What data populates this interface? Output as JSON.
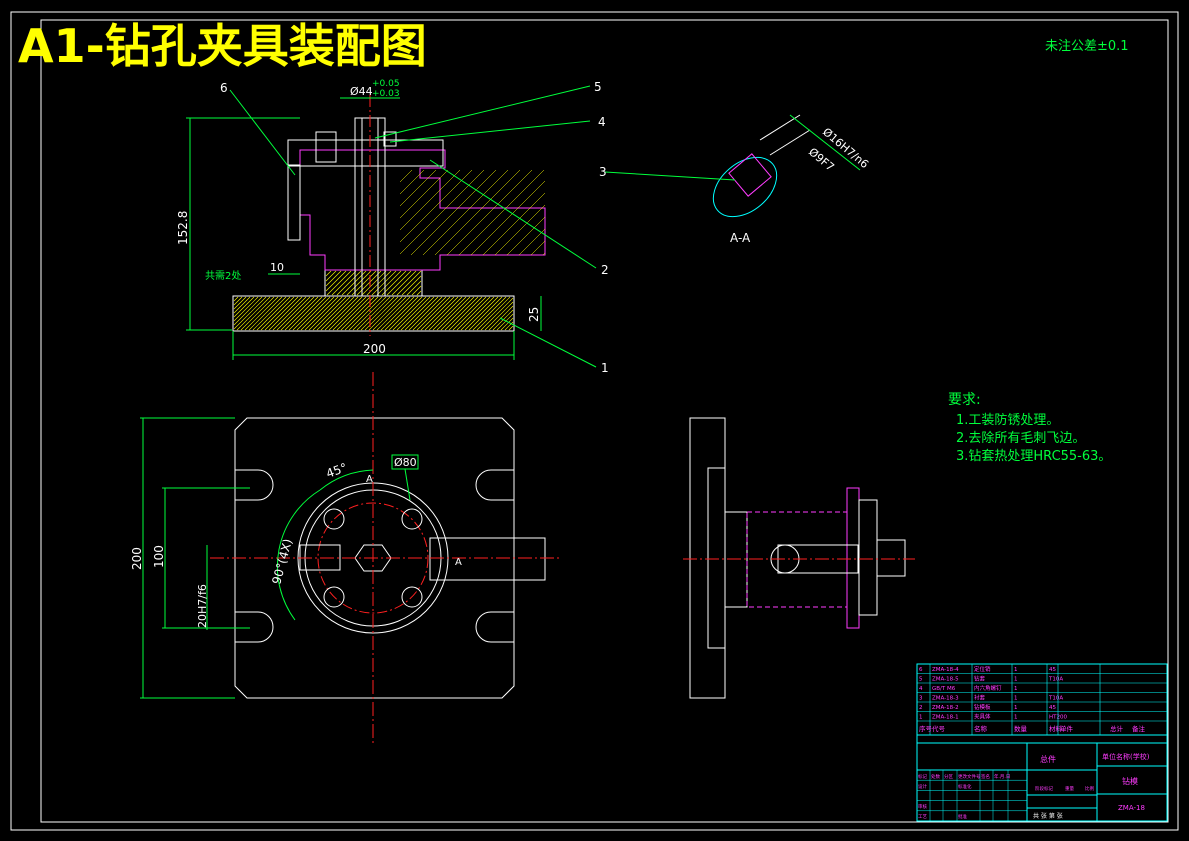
{
  "title": "A1-钻孔夹具装配图",
  "tolerance_note": "未注公差±0.1",
  "dimensions": {
    "bore_dia": "Ø44",
    "bore_tol_upper": "+0.05",
    "bore_tol_lower": "+0.03",
    "height": "152.8",
    "offset": "10",
    "note_2places": "共需2处",
    "base_width": "200",
    "base_height": "25",
    "section_fit1": "Ø16H7/n6",
    "section_fit2": "Ø9F7",
    "section_label": "A-A",
    "angle_45": "45°",
    "circle_dia": "Ø80",
    "angle_90": "90°(4X)",
    "plan_200": "200",
    "plan_100": "100",
    "fit_20": "20H7/f6",
    "cut_a": "A"
  },
  "balloons": [
    "1",
    "2",
    "3",
    "4",
    "5",
    "6"
  ],
  "requirements": {
    "heading": "要求:",
    "items": [
      "1.工装防锈处理。",
      "2.去除所有毛刺飞边。",
      "3.钻套热处理HRC55-63。"
    ]
  },
  "colors": {
    "border": "#ffffff",
    "dims": "#00ff3c",
    "title": "#ffff00",
    "parts": "#ff3cff",
    "hatch": "#ffff00",
    "center": "#ff2020",
    "table": "#00ffff"
  },
  "title_block": {
    "parts_rows": [
      [
        "6",
        "ZMA-18-4",
        "定位销",
        "1",
        "45",
        ""
      ],
      [
        "5",
        "ZMA-18-5",
        "钻套",
        "1",
        "T10A",
        ""
      ],
      [
        "4",
        "GB/T M6",
        "内六角螺钉",
        "1",
        "",
        ""
      ],
      [
        "3",
        "ZMA-18-3",
        "衬套",
        "1",
        "T10A",
        ""
      ],
      [
        "2",
        "ZMA-18-2",
        "钻模板",
        "1",
        "45",
        ""
      ],
      [
        "1",
        "ZMA-18-1",
        "夹具体",
        "1",
        "HT200",
        ""
      ]
    ],
    "header": [
      "序号",
      "代号",
      "名称",
      "数量",
      "材料",
      "单件",
      "总计",
      "备注"
    ],
    "material_cell": "总件",
    "unit_name": "单位名称(学校)",
    "drawing_name": "钻模",
    "drawing_no": "ZMA-18",
    "cells_left": [
      "标记",
      "处数",
      "分区",
      "更改文件号",
      "签名",
      "年.月.日",
      "设计",
      "标准化",
      "审核",
      "工艺",
      "阶段标记",
      "重量",
      "比例",
      "批准"
    ],
    "sheet_text": "共 张 第 张"
  }
}
